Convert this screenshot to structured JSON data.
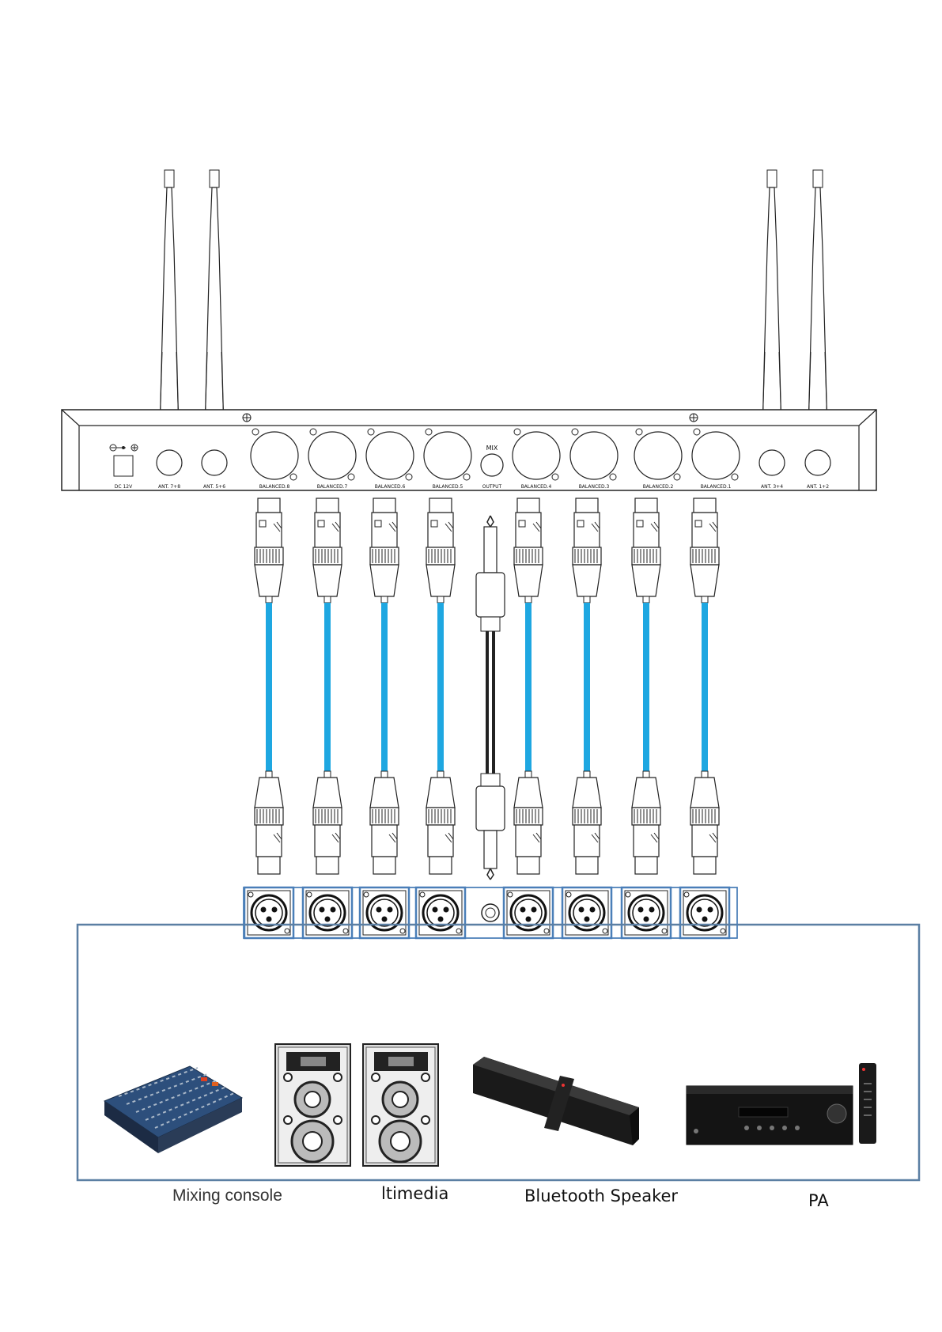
{
  "receiver": {
    "power_label": "DC 12V",
    "mix_label": "MIX",
    "ports": [
      {
        "label": "ANT. 7+8",
        "kind": "antenna"
      },
      {
        "label": "ANT. 5+6",
        "kind": "antenna"
      },
      {
        "label": "BALANCED.8",
        "kind": "xlr"
      },
      {
        "label": "BALANCED.7",
        "kind": "xlr"
      },
      {
        "label": "BALANCED.6",
        "kind": "xlr"
      },
      {
        "label": "BALANCED.5",
        "kind": "xlr"
      },
      {
        "label": "OUTPUT",
        "kind": "jack"
      },
      {
        "label": "BALANCED.4",
        "kind": "xlr"
      },
      {
        "label": "BALANCED.3",
        "kind": "xlr"
      },
      {
        "label": "BALANCED.2",
        "kind": "xlr"
      },
      {
        "label": "BALANCED.1",
        "kind": "xlr"
      },
      {
        "label": "ANT. 3+4",
        "kind": "antenna"
      },
      {
        "label": "ANT. 1+2",
        "kind": "antenna"
      }
    ]
  },
  "cables": {
    "xlr_color": "#1ea7e1",
    "jack_color": "#222222",
    "panel_border_color": "#4a7fb8",
    "frame_color": "#5b7fa3"
  },
  "devices": {
    "mixing_console": "Mixing console",
    "itimedia": "ltimedia",
    "bluetooth_speaker": "Bluetooth Speaker",
    "pa": "PA"
  }
}
